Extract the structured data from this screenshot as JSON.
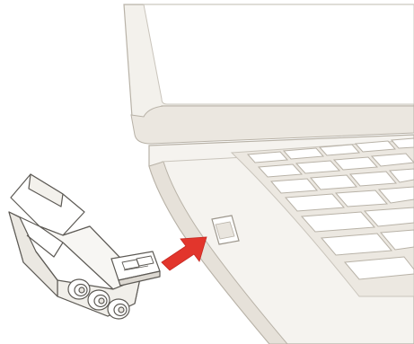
{
  "illustration": {
    "palette": {
      "background": "#ffffff",
      "laptop_fill": "#f3f1ec",
      "laptop_shade": "#ded9d0",
      "outline": "#b8b2a7",
      "key_fill": "#ffffff",
      "key_shadow": "#e2ddd4",
      "adapter_fill": "#ffffff",
      "adapter_outline": "#5d5a55",
      "arrow": "#e2352c"
    },
    "icons": [
      "laptop",
      "usb-adapter",
      "insert-arrow",
      "usb-port"
    ]
  }
}
